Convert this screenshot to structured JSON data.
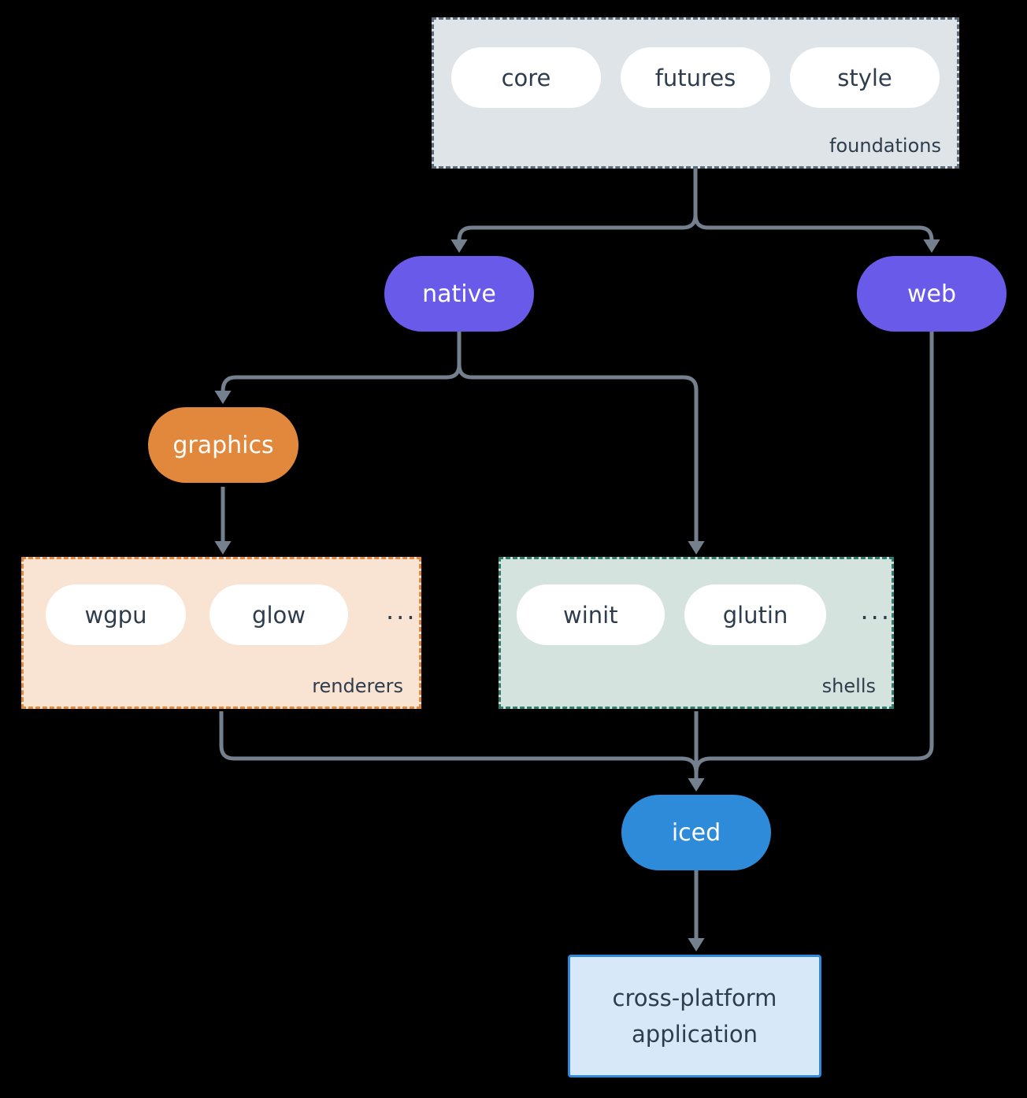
{
  "colors": {
    "background": "#000000",
    "line": "#74808E",
    "text_dark": "#2E3D4E",
    "text_light": "#FFFFFF",
    "purple": "#6A5AE9",
    "orange": "#E2883C",
    "blue": "#2E8BDA",
    "foundations_fill": "#DFE4E8",
    "foundations_border": "#5D6C7B",
    "renderers_fill": "#F9E3D2",
    "renderers_border": "#E2873C",
    "shells_fill": "#D4E3DD",
    "shells_border": "#2F7D6D",
    "application_fill": "#D7E8F8",
    "application_border": "#2F88D8"
  },
  "groups": {
    "foundations": {
      "label": "foundations",
      "pills": [
        "core",
        "futures",
        "style"
      ]
    },
    "renderers": {
      "label": "renderers",
      "pills": [
        "wgpu",
        "glow"
      ],
      "more": "..."
    },
    "shells": {
      "label": "shells",
      "pills": [
        "winit",
        "glutin"
      ],
      "more": "..."
    }
  },
  "nodes": {
    "native": "native",
    "web": "web",
    "graphics": "graphics",
    "iced": "iced",
    "application": "cross-platform application"
  }
}
